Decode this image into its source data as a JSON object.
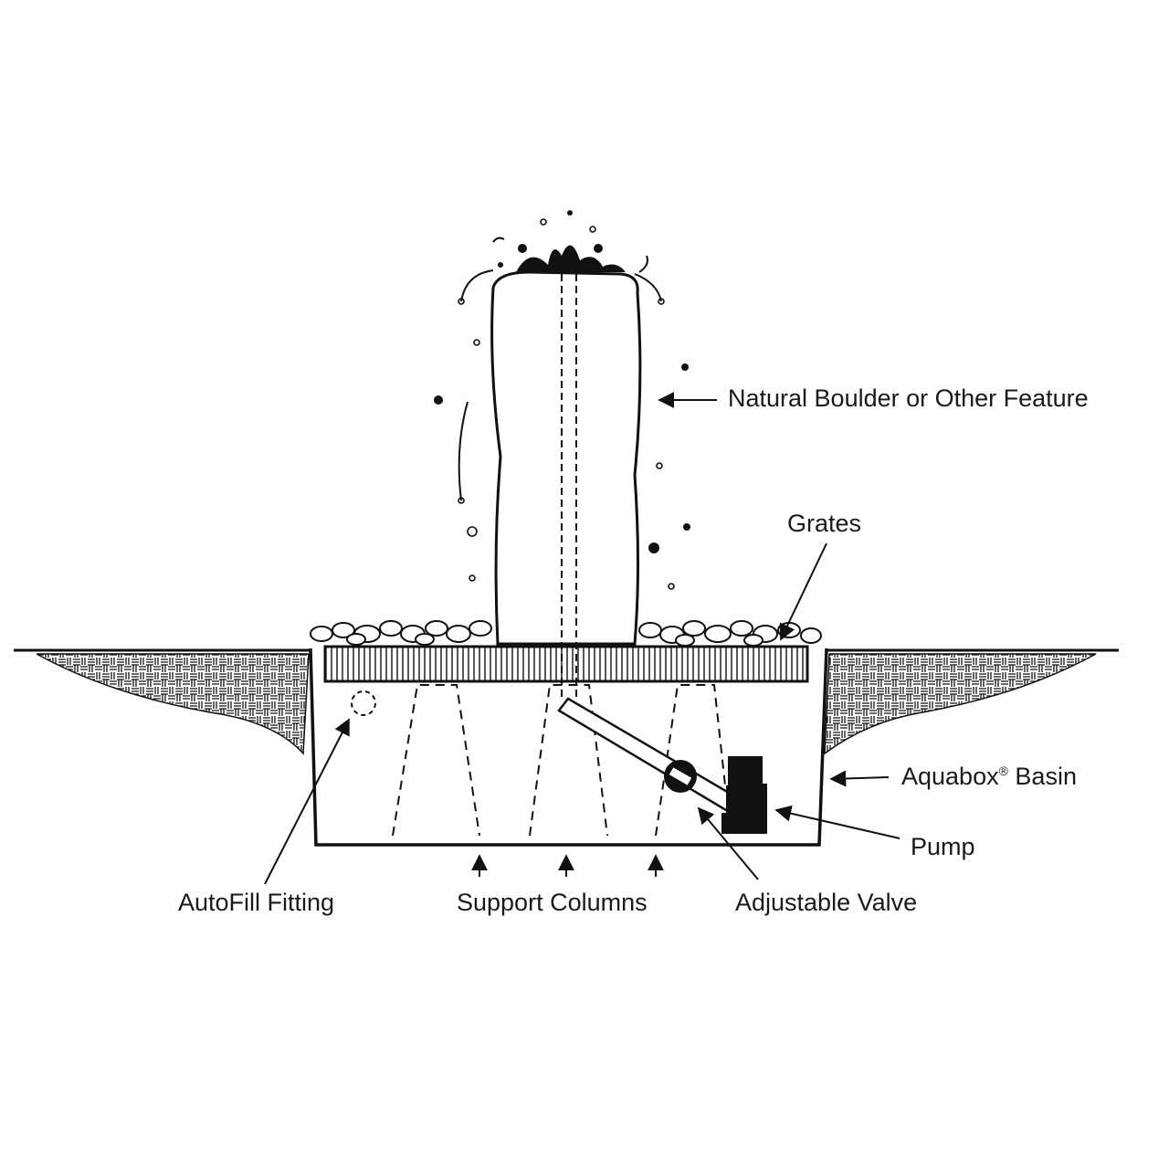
{
  "labels": {
    "boulder": "Natural Boulder or Other Feature",
    "grates": "Grates",
    "basin_name": "Aquabox",
    "basin_reg": "®",
    "basin_suffix": " Basin",
    "pump": "Pump",
    "autofill": "AutoFill Fitting",
    "support_columns": "Support Columns",
    "valve": "Adjustable Valve"
  },
  "colors": {
    "ink": "#111111",
    "paper": "#ffffff"
  }
}
